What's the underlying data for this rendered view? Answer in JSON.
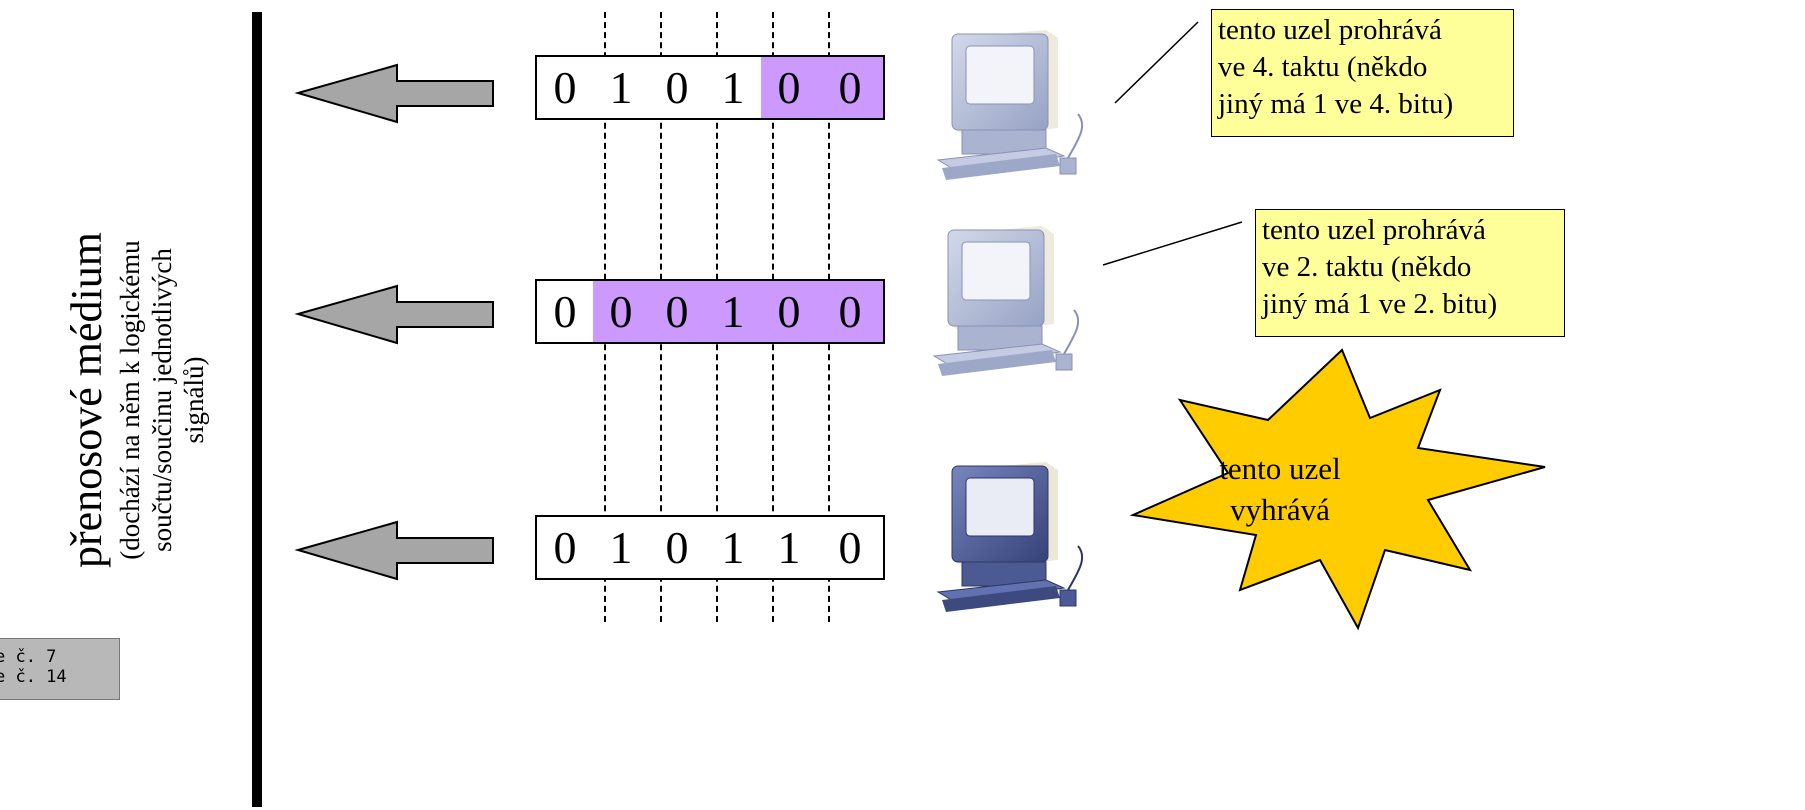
{
  "medium": {
    "title": "přenosové médium",
    "subtitle_lines": [
      "(dochází na něm k logickému",
      "součtu/součinu jednotlivých",
      "signálů)"
    ]
  },
  "registers": [
    {
      "bits": [
        "0",
        "1",
        "0",
        "1",
        "0",
        "0"
      ],
      "lost": [
        false,
        false,
        false,
        false,
        true,
        true
      ]
    },
    {
      "bits": [
        "0",
        "0",
        "0",
        "1",
        "0",
        "0"
      ],
      "lost": [
        false,
        true,
        true,
        true,
        true,
        true
      ]
    },
    {
      "bits": [
        "0",
        "1",
        "0",
        "1",
        "1",
        "0"
      ],
      "lost": [
        false,
        false,
        false,
        false,
        false,
        false
      ]
    }
  ],
  "notes": {
    "loses_4": [
      "tento uzel prohrává",
      "ve 4. taktu (někdo",
      "jiný má 1 ve 4. bitu)"
    ],
    "loses_2": [
      "tento uzel prohrává",
      "ve 2. taktu (někdo",
      "jiný má 1 ve 2. bitu)"
    ],
    "wins": [
      "tento uzel",
      "vyhrává"
    ]
  },
  "legend_lines": [
    "e č. 7",
    "e č. 14"
  ],
  "colors": {
    "lost_bits": "#cc99ff",
    "note_bg": "#ffff99",
    "star_fill": "#ffcc00",
    "arrow_fill": "#a6a6a6",
    "pc_light": "#b3bcd6",
    "pc_dark": "#4c5a94"
  },
  "icons": [
    "arrow-left-icon",
    "computer-icon",
    "explosion-star-icon"
  ]
}
